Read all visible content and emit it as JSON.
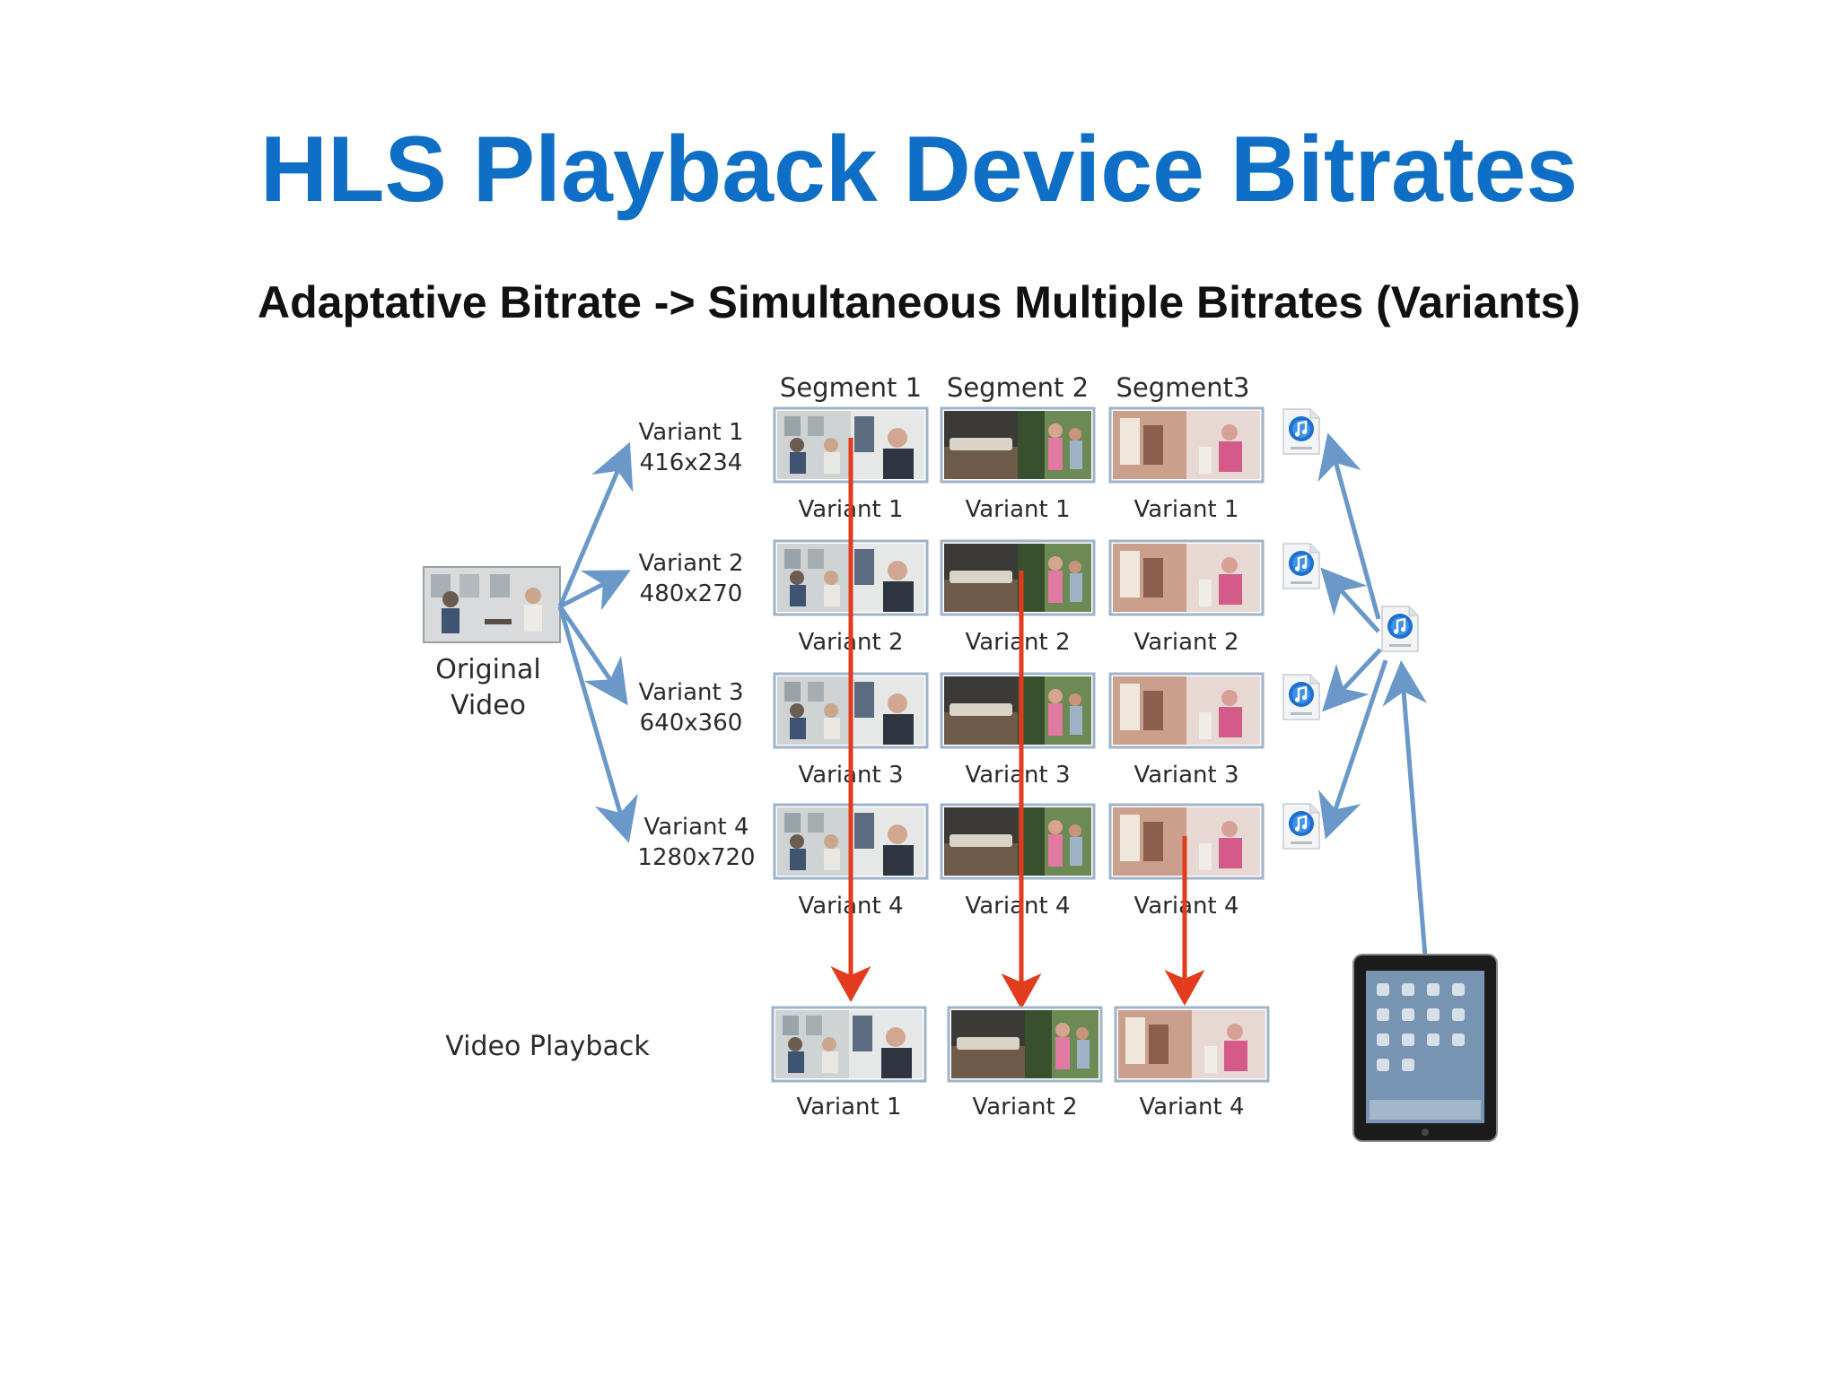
{
  "slide": {
    "title": "HLS Playback Device Bitrates",
    "subtitle": "Adaptative Bitrate -> Simultaneous Multiple Bitrates (Variants)"
  },
  "colors": {
    "title": "#0f6fc6",
    "blue_arrow": "#6a98c8",
    "red_arrow": "#e23b1e"
  },
  "diagram": {
    "source_label_line1": "Original",
    "source_label_line2": "Video",
    "segment_headers": [
      "Segment 1",
      "Segment 2",
      "Segment3"
    ],
    "variants": [
      {
        "name": "Variant 1",
        "resolution": "416x234"
      },
      {
        "name": "Variant 2",
        "resolution": "480x270"
      },
      {
        "name": "Variant 3",
        "resolution": "640x360"
      },
      {
        "name": "Variant 4",
        "resolution": "1280x720"
      }
    ],
    "cell_label_prefix": "Variant",
    "playlist_icon": "m3u8-file-icon",
    "master_playlist_icon": "m3u8-master-file-icon",
    "device_icon": "tablet-icon",
    "playback_label": "Video Playback",
    "playback_variants": [
      "Variant 1",
      "Variant 2",
      "Variant 4"
    ],
    "playback_selection": [
      1,
      2,
      4
    ]
  }
}
